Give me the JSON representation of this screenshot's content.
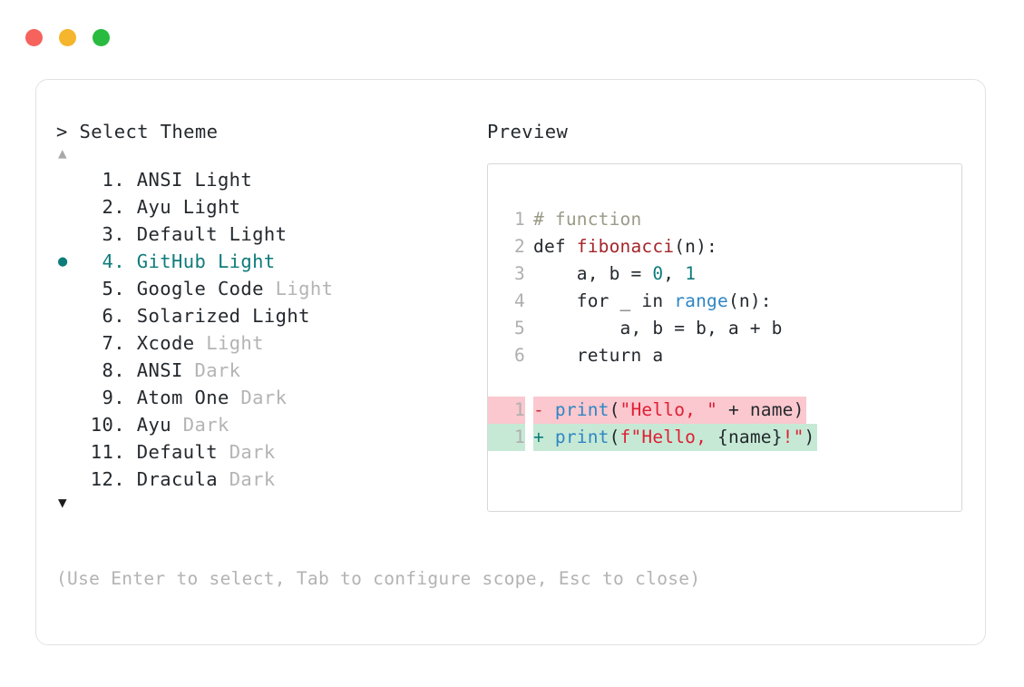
{
  "window": {
    "buttons": [
      {
        "name": "close",
        "color": "#f6625c"
      },
      {
        "name": "minimize",
        "color": "#f5b52c"
      },
      {
        "name": "maximize",
        "color": "#28bb3f"
      }
    ]
  },
  "picker": {
    "prompt": "> Select Theme",
    "scroll_up": "▲",
    "scroll_down": "▼",
    "selected_index": 4,
    "selected_marker": "●",
    "items": [
      {
        "num": " 1.",
        "name": "ANSI Light",
        "suffix": "",
        "dim_suffix": false,
        "selected": false
      },
      {
        "num": " 2.",
        "name": "Ayu Light",
        "suffix": "",
        "dim_suffix": false,
        "selected": false
      },
      {
        "num": " 3.",
        "name": "Default Light",
        "suffix": "",
        "dim_suffix": false,
        "selected": false
      },
      {
        "num": " 4.",
        "name": "GitHub Light",
        "suffix": "",
        "dim_suffix": false,
        "selected": true
      },
      {
        "num": " 5.",
        "name": "Google Code",
        "suffix": "Light",
        "dim_suffix": true,
        "selected": false
      },
      {
        "num": " 6.",
        "name": "Solarized Light",
        "suffix": "",
        "dim_suffix": false,
        "selected": false
      },
      {
        "num": " 7.",
        "name": "Xcode",
        "suffix": "Light",
        "dim_suffix": true,
        "selected": false
      },
      {
        "num": " 8.",
        "name": "ANSI",
        "suffix": "Dark",
        "dim_suffix": true,
        "selected": false
      },
      {
        "num": " 9.",
        "name": "Atom One",
        "suffix": "Dark",
        "dim_suffix": true,
        "selected": false
      },
      {
        "num": "10.",
        "name": "Ayu",
        "suffix": "Dark",
        "dim_suffix": true,
        "selected": false
      },
      {
        "num": "11.",
        "name": "Default",
        "suffix": "Dark",
        "dim_suffix": true,
        "selected": false
      },
      {
        "num": "12.",
        "name": "Dracula",
        "suffix": "Dark",
        "dim_suffix": true,
        "selected": false
      }
    ]
  },
  "hint": "(Use Enter to select, Tab to configure scope, Esc to close)",
  "preview": {
    "title": "Preview",
    "code_lines": [
      {
        "num": "1",
        "tokens": [
          {
            "t": "# function",
            "c": "comment"
          }
        ]
      },
      {
        "num": "2",
        "tokens": [
          {
            "t": "def ",
            "c": "plain"
          },
          {
            "t": "fibonacci",
            "c": "func"
          },
          {
            "t": "(n):",
            "c": "plain"
          }
        ]
      },
      {
        "num": "3",
        "tokens": [
          {
            "t": "    a, b = ",
            "c": "plain"
          },
          {
            "t": "0",
            "c": "num"
          },
          {
            "t": ", ",
            "c": "plain"
          },
          {
            "t": "1",
            "c": "num"
          }
        ]
      },
      {
        "num": "4",
        "tokens": [
          {
            "t": "    for _ in ",
            "c": "plain"
          },
          {
            "t": "range",
            "c": "builtin"
          },
          {
            "t": "(n):",
            "c": "plain"
          }
        ]
      },
      {
        "num": "5",
        "tokens": [
          {
            "t": "        a, b = b, a + b",
            "c": "plain"
          }
        ]
      },
      {
        "num": "6",
        "tokens": [
          {
            "t": "    return a",
            "c": "plain"
          }
        ]
      }
    ],
    "diff_lines": [
      {
        "num": "1",
        "kind": "del",
        "sign": "-",
        "tokens": [
          {
            "t": "print",
            "c": "builtin"
          },
          {
            "t": "(",
            "c": "plain"
          },
          {
            "t": "\"Hello, \"",
            "c": "str"
          },
          {
            "t": " + name)",
            "c": "plain"
          }
        ]
      },
      {
        "num": "1",
        "kind": "add",
        "sign": "+",
        "tokens": [
          {
            "t": "print",
            "c": "builtin"
          },
          {
            "t": "(",
            "c": "plain"
          },
          {
            "t": "f\"Hello, ",
            "c": "str"
          },
          {
            "t": "{name}",
            "c": "plain"
          },
          {
            "t": "!\"",
            "c": "str"
          },
          {
            "t": ")",
            "c": "plain"
          }
        ]
      }
    ]
  },
  "colors": {
    "accent_teal": "#0e7c7b",
    "diff_remove_bg": "#fac8ce",
    "diff_add_bg": "#c6e9d5",
    "text": "#24292e",
    "muted": "#b4b4b4"
  }
}
